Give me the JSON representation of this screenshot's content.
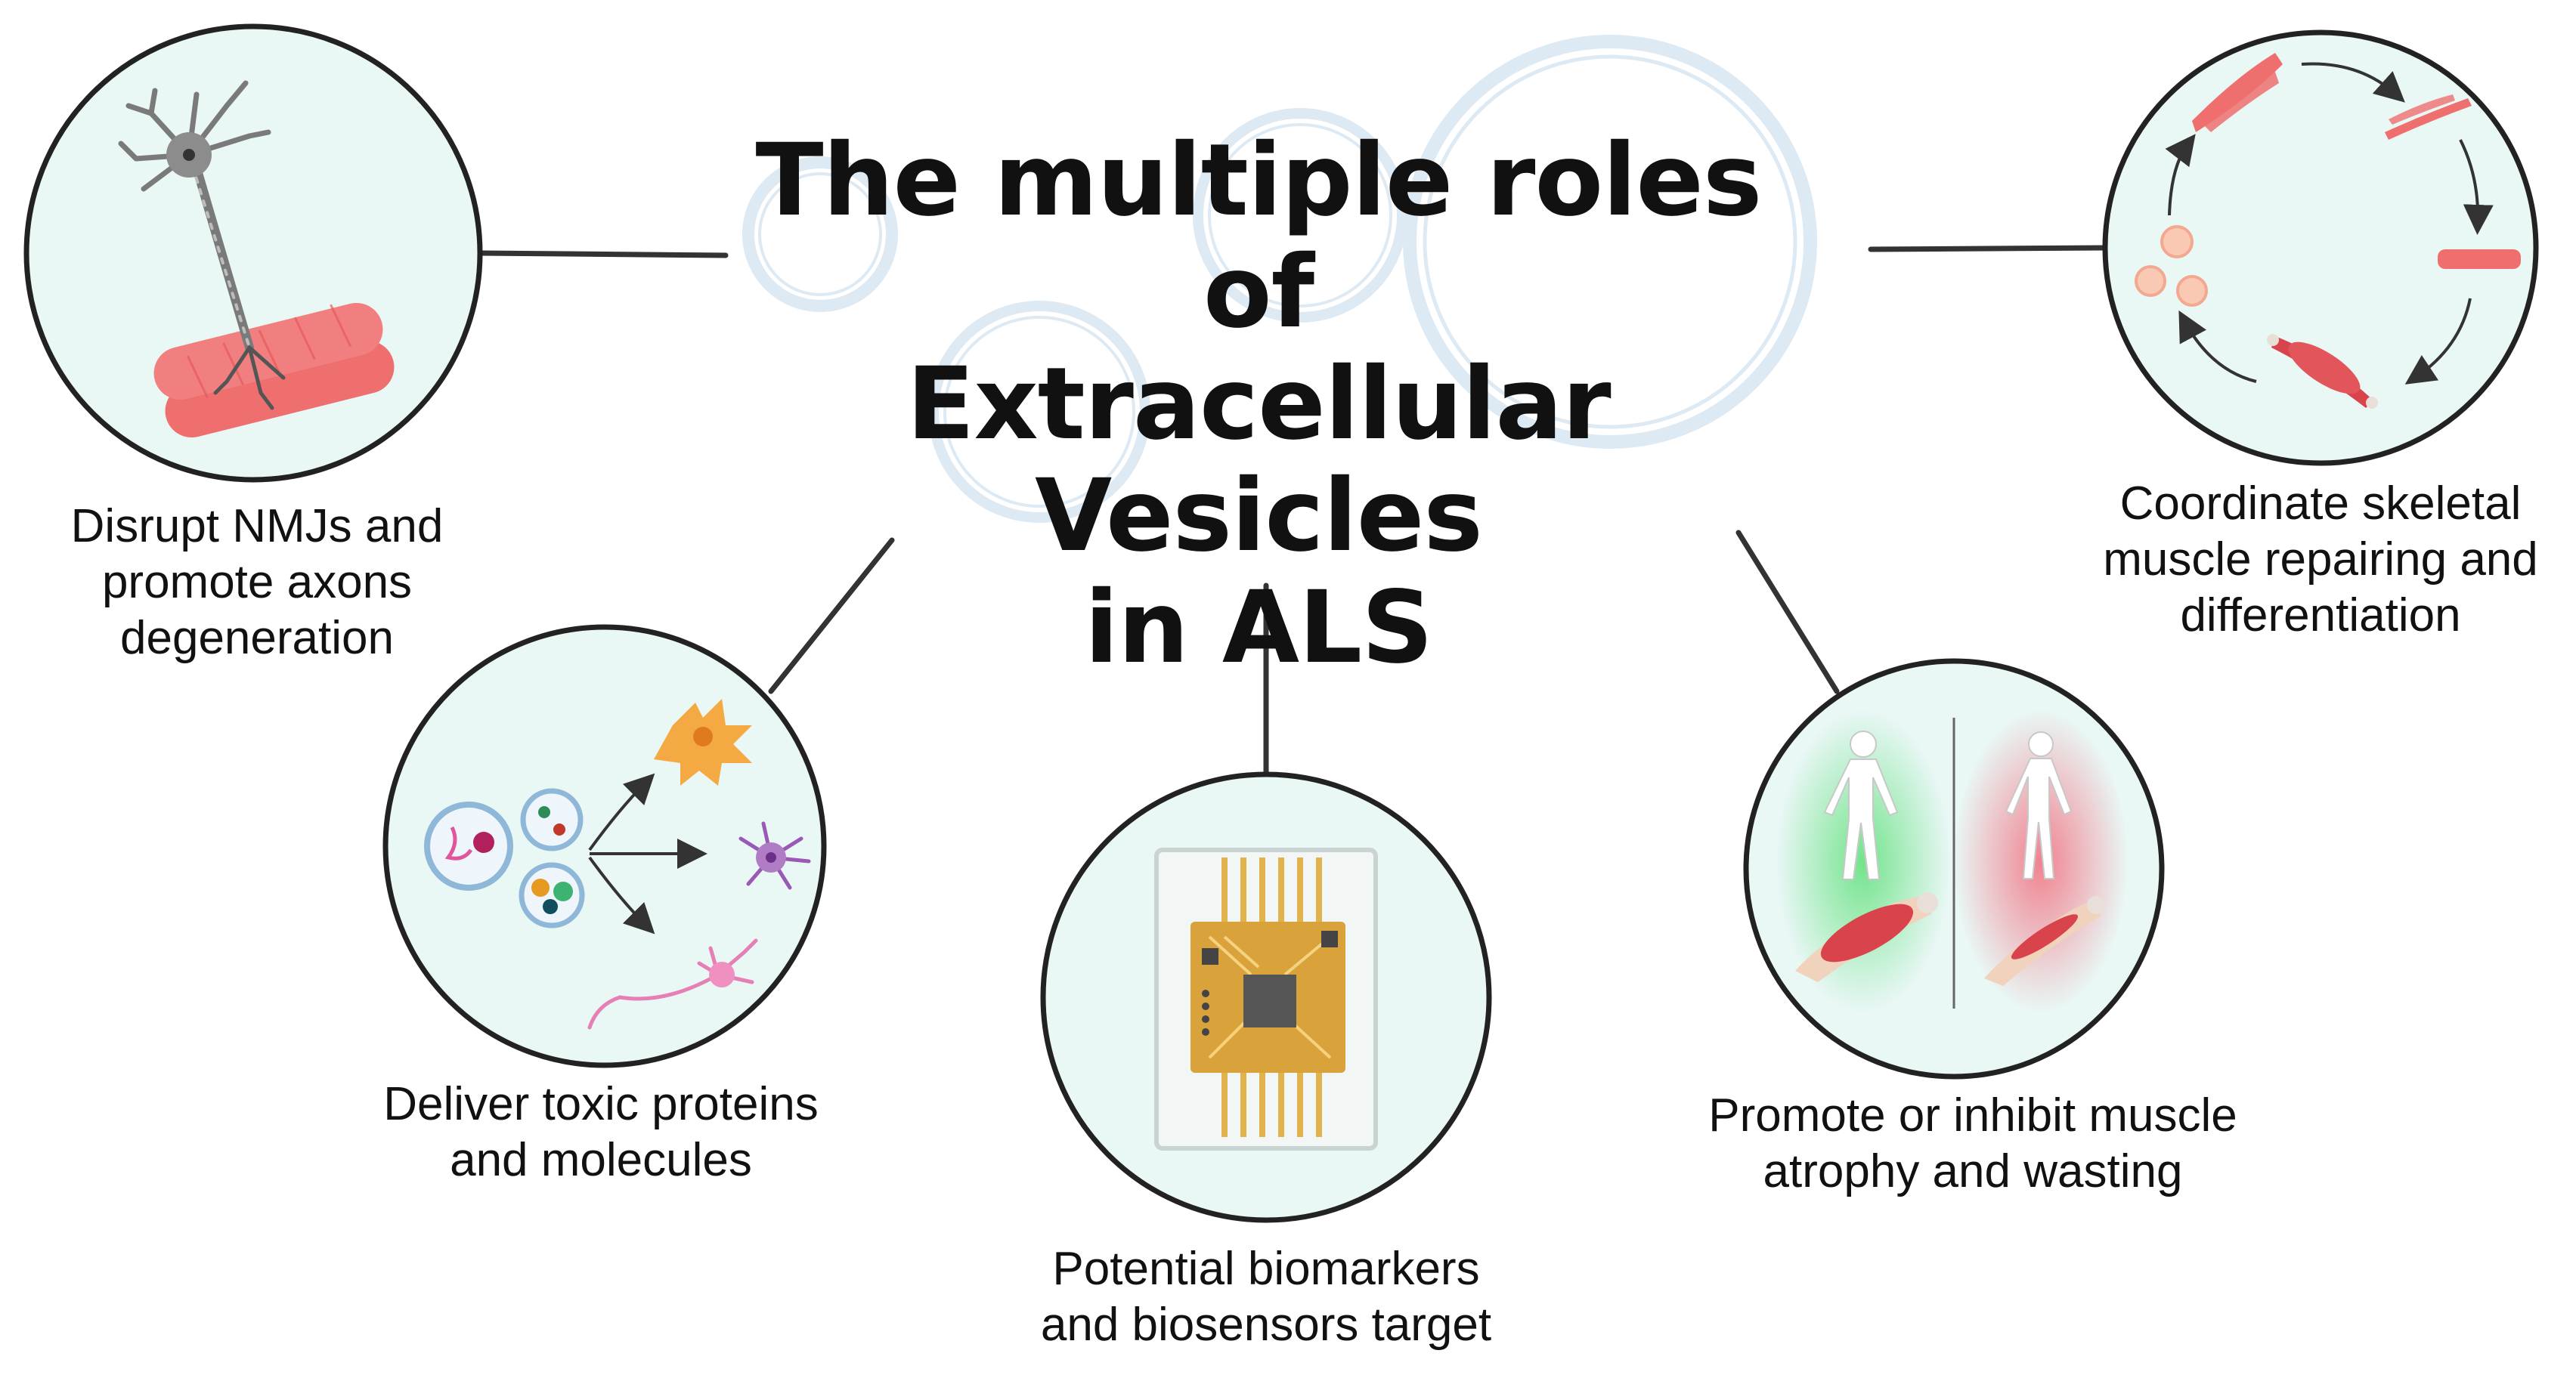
{
  "title": {
    "line1": "The multiple roles of",
    "line2": "Extracellular Vesicles",
    "line3": "in ALS"
  },
  "roles": {
    "nmj": {
      "line1": "Disrupt NMJs and",
      "line2": "promote axons",
      "line3": "degeneration",
      "icon": "neuron-muscle-icon"
    },
    "toxic": {
      "line1": "Deliver toxic proteins",
      "line2": "and molecules",
      "icon": "vesicle-cargo-icon"
    },
    "biomarkers": {
      "line1": "Potential biomarkers",
      "line2": "and biosensors target",
      "icon": "biosensor-chip-icon"
    },
    "atrophy": {
      "line1": "Promote or inhibit muscle",
      "line2": "atrophy and wasting",
      "icon": "muscle-atrophy-icon"
    },
    "repair": {
      "line1": "Coordinate skeletal",
      "line2": "muscle repairing and",
      "line3": "differentiation",
      "icon": "muscle-regeneration-cycle-icon"
    }
  },
  "colors": {
    "circle_fill": "#e9f7f5",
    "circle_stroke": "#222222",
    "muscle": "#ef6e6e",
    "neuron": "#7a7a7a",
    "chip": "#d9a23a",
    "healthy_glow": "#5ee07a",
    "atrophy_glow": "#f26d7d"
  }
}
